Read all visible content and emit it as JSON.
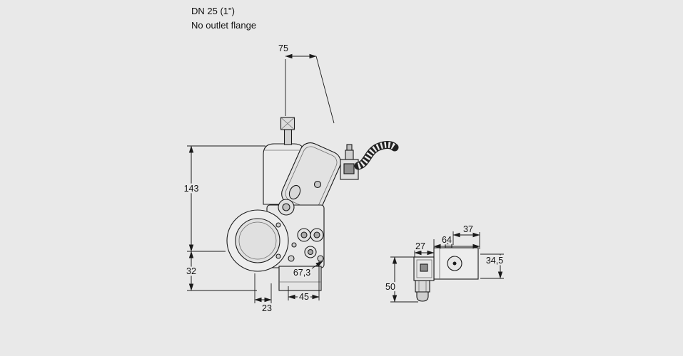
{
  "meta": {
    "background_color": "#e9e9e9",
    "line_color": "#1a1a1a",
    "drawing_type": "valve dimensional drawing"
  },
  "header": {
    "title": "DN 25 (1\")",
    "subtitle": "No outlet flange"
  },
  "main_view": {
    "dim_top_width": "75",
    "dim_height_upper": "143",
    "dim_height_lower": "32",
    "dim_offset": "67,3",
    "dim_bottom_width": "45",
    "dim_bottom_left": "23"
  },
  "side_view": {
    "dim_plug_width": "27",
    "dim_body_length": "64",
    "dim_right_offset": "37",
    "dim_height": "34,5",
    "dim_left_height": "50"
  }
}
